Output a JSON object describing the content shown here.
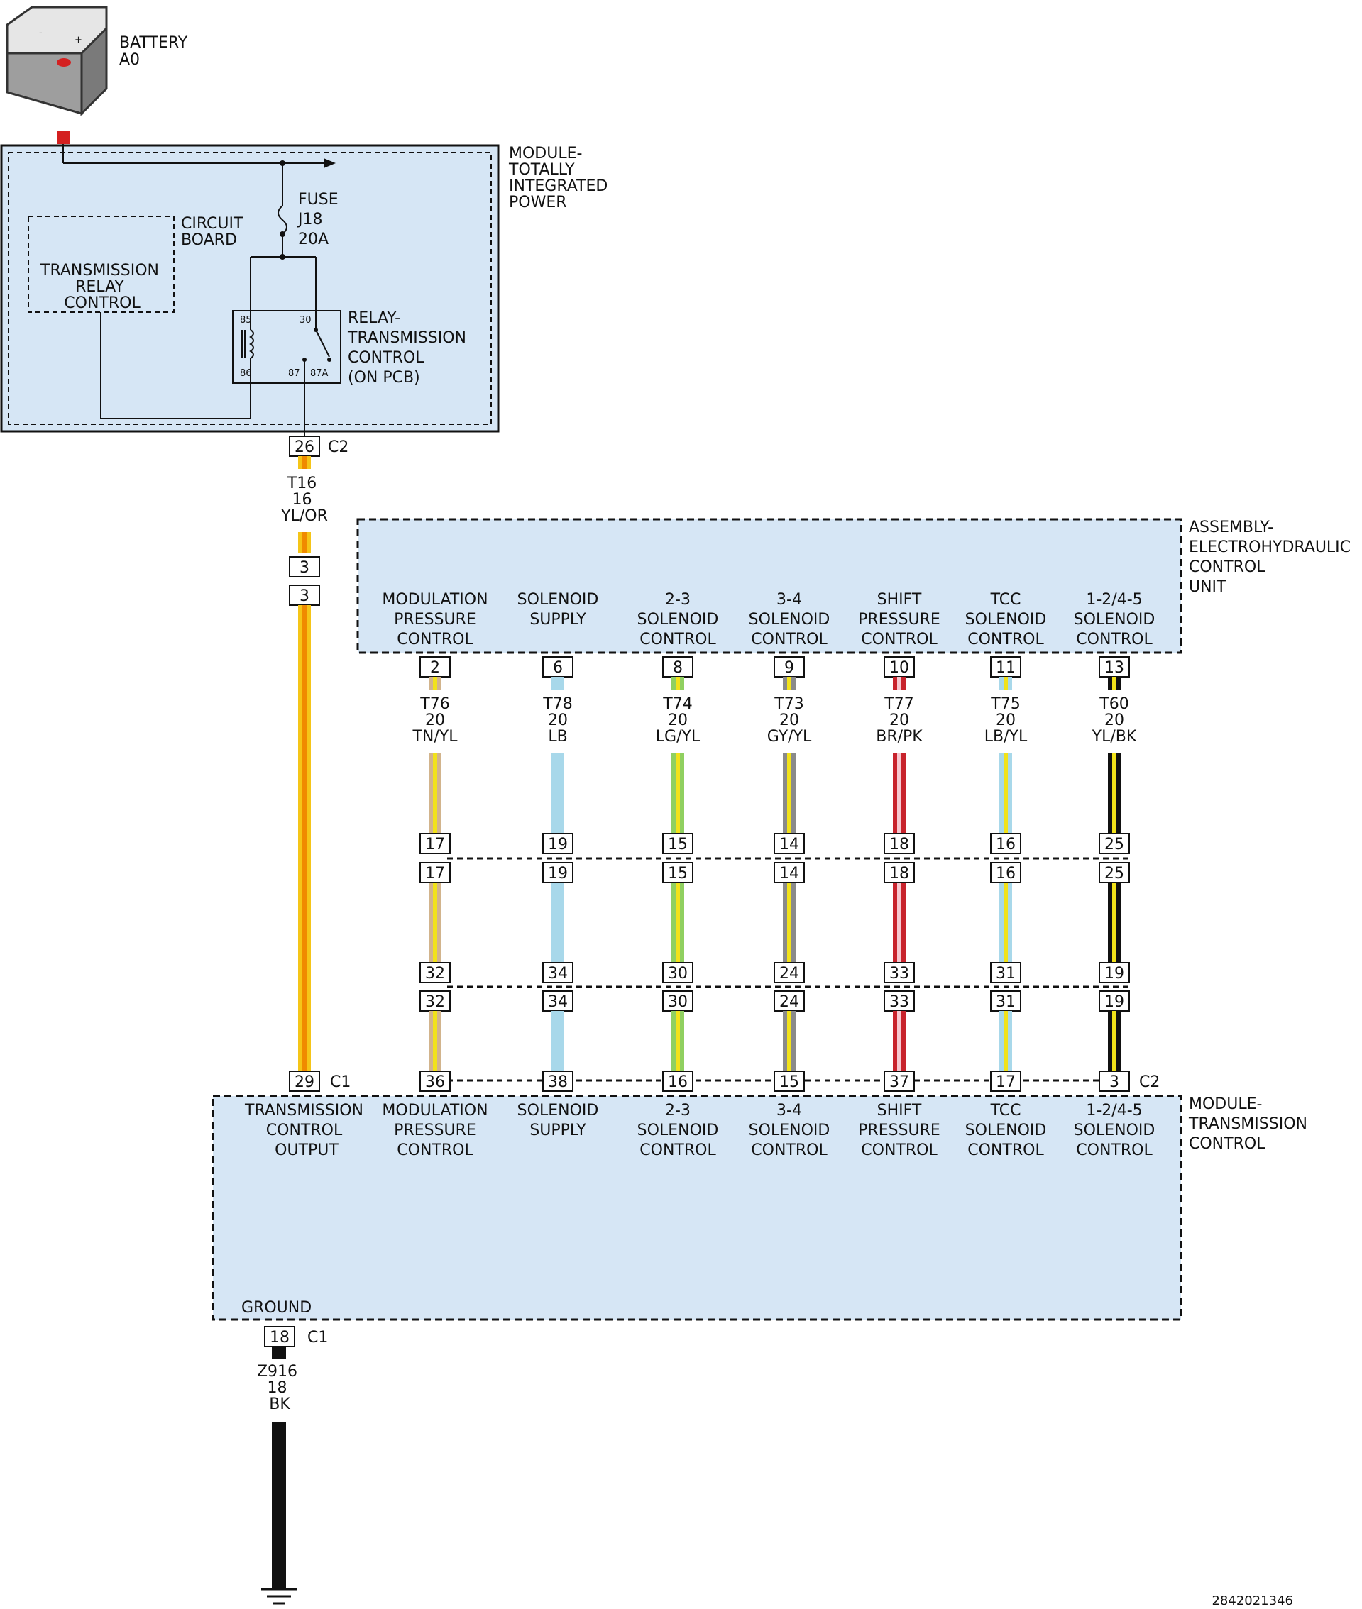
{
  "battery": {
    "name": "BATTERY",
    "id": "A0"
  },
  "tipm": {
    "title": [
      "MODULE-",
      "TOTALLY",
      "INTEGRATED",
      "POWER"
    ]
  },
  "circuit_board": {
    "label": [
      "CIRCUIT",
      "BOARD"
    ]
  },
  "relay_control": {
    "label": [
      "TRANSMISSION",
      "RELAY",
      "CONTROL"
    ]
  },
  "fuse": {
    "label": [
      "FUSE",
      "J18",
      "20A"
    ]
  },
  "relay": {
    "label": [
      "RELAY-",
      "TRANSMISSION",
      "CONTROL",
      "(ON PCB)"
    ],
    "pins": {
      "p85": "85",
      "p86": "86",
      "p30": "30",
      "p87": "87",
      "p87a": "87A"
    }
  },
  "feed": {
    "tipm_pin": "26",
    "tipm_conn": "C2",
    "wire": [
      "T16",
      "16",
      "YL/OR"
    ],
    "inline_pin_a": "3",
    "inline_pin_b": "3",
    "tcm_pin": "29",
    "tcm_conn": "C1",
    "colors": {
      "base": "#f5c518",
      "stripe": "#f08a00"
    }
  },
  "ehcu": {
    "title": [
      "ASSEMBLY-",
      "ELECTROHYDRAULIC",
      "CONTROL",
      "UNIT"
    ]
  },
  "tcm": {
    "title": [
      "MODULE-",
      "TRANSMISSION",
      "CONTROL"
    ],
    "conn_right": "C2",
    "output_label": [
      "TRANSMISSION",
      "CONTROL",
      "OUTPUT"
    ],
    "ground_label": "GROUND",
    "ground_pin": "18",
    "ground_conn": "C1"
  },
  "ground_wire": {
    "wire": [
      "Z916",
      "18",
      "BK"
    ]
  },
  "circuits": [
    {
      "label": [
        "MODULATION",
        "PRESSURE",
        "CONTROL"
      ],
      "ehcu_pin": "2",
      "wire": [
        "T76",
        "20",
        "TN/YL"
      ],
      "inline1": "17",
      "inline2": "32",
      "tcm_pin": "36",
      "tcm_label": [
        "MODULATION",
        "PRESSURE",
        "CONTROL"
      ],
      "base": "#d2b48c",
      "stripe": "#f2e21a"
    },
    {
      "label": [
        "SOLENOID",
        "SUPPLY"
      ],
      "ehcu_pin": "6",
      "wire": [
        "T78",
        "20",
        "LB"
      ],
      "inline1": "19",
      "inline2": "34",
      "tcm_pin": "38",
      "tcm_label": [
        "SOLENOID",
        "SUPPLY"
      ],
      "base": "#a8d8ea",
      "stripe": "#a8d8ea"
    },
    {
      "label": [
        "2-3",
        "SOLENOID",
        "CONTROL"
      ],
      "ehcu_pin": "8",
      "wire": [
        "T74",
        "20",
        "LG/YL"
      ],
      "inline1": "15",
      "inline2": "30",
      "tcm_pin": "16",
      "tcm_label": [
        "2-3",
        "SOLENOID",
        "CONTROL"
      ],
      "base": "#90d060",
      "stripe": "#f2e21a"
    },
    {
      "label": [
        "3-4",
        "SOLENOID",
        "CONTROL"
      ],
      "ehcu_pin": "9",
      "wire": [
        "T73",
        "20",
        "GY/YL"
      ],
      "inline1": "14",
      "inline2": "24",
      "tcm_pin": "15",
      "tcm_label": [
        "3-4",
        "SOLENOID",
        "CONTROL"
      ],
      "base": "#8a8a8a",
      "stripe": "#f2e21a"
    },
    {
      "label": [
        "SHIFT",
        "PRESSURE",
        "CONTROL"
      ],
      "ehcu_pin": "10",
      "wire": [
        "T77",
        "20",
        "BR/PK"
      ],
      "inline1": "18",
      "inline2": "33",
      "tcm_pin": "37",
      "tcm_label": [
        "SHIFT",
        "PRESSURE",
        "CONTROL"
      ],
      "base": "#c8232c",
      "stripe": "#f7c8d0"
    },
    {
      "label": [
        "TCC",
        "SOLENOID",
        "CONTROL"
      ],
      "ehcu_pin": "11",
      "wire": [
        "T75",
        "20",
        "LB/YL"
      ],
      "inline1": "16",
      "inline2": "31",
      "tcm_pin": "17",
      "tcm_label": [
        "TCC",
        "SOLENOID",
        "CONTROL"
      ],
      "base": "#a8d8ea",
      "stripe": "#f2e21a"
    },
    {
      "label": [
        "1-2/4-5",
        "SOLENOID",
        "CONTROL"
      ],
      "ehcu_pin": "13",
      "wire": [
        "T60",
        "20",
        "YL/BK"
      ],
      "inline1": "25",
      "inline2": "19",
      "tcm_pin": "3",
      "tcm_label": [
        "1-2/4-5",
        "SOLENOID",
        "CONTROL"
      ],
      "base": "#111111",
      "stripe": "#f2e21a"
    }
  ],
  "figure_id": "2842021346",
  "colors": {
    "module_fill": "#d6e6f5",
    "battery_terminal": "#d42020",
    "ground_wire": "#111111"
  }
}
